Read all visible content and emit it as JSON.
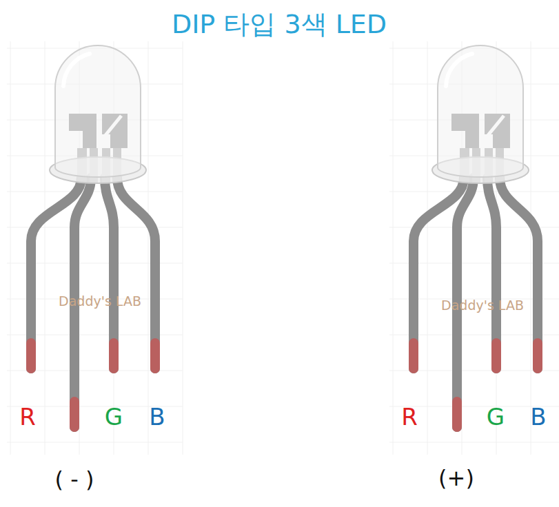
{
  "diagram": {
    "title": "DIP 타입 3색 LED",
    "labels": [
      "Daddy's LAB",
      "R",
      "G",
      "B",
      "( - )",
      "Daddy's LAB",
      "R",
      "G",
      "B",
      "(+)"
    ]
  }
}
